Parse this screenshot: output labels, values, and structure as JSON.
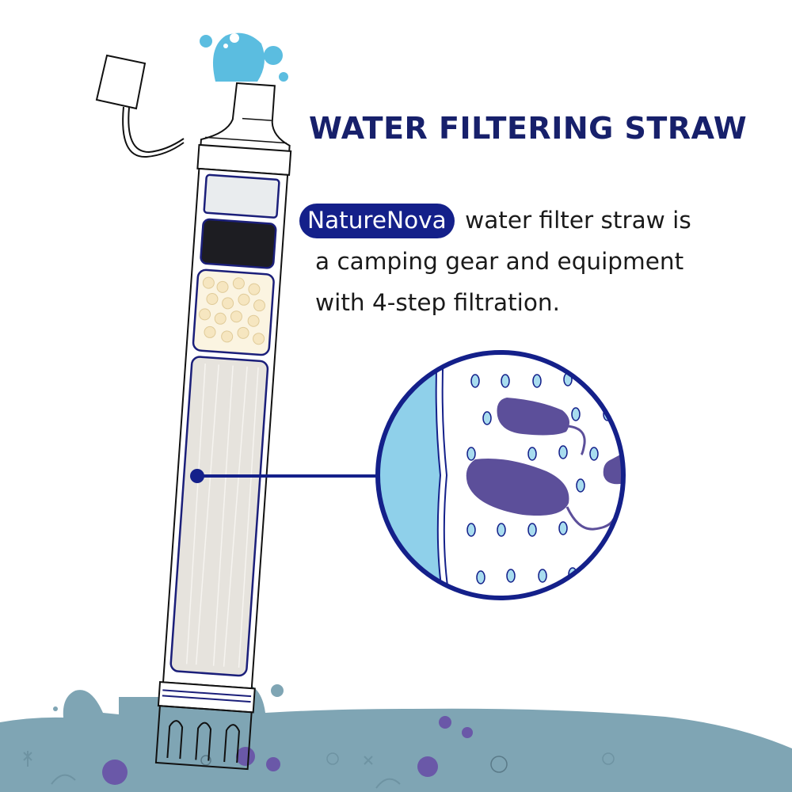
{
  "header": {
    "title": "WATER FILTERING STRAW"
  },
  "description": {
    "brand": "NatureNova",
    "line1_rest": "water filter straw is",
    "line2": "a camping gear and equipment",
    "line3": "with 4-step filtration."
  },
  "illustration": {
    "product": "filter-straw",
    "filter_stages": [
      "mesh-prefilter",
      "activated-carbon",
      "resin-beads",
      "hollow-fiber-membrane"
    ],
    "callout": "magnified-hollow-fiber-membrane-blocking-bacteria"
  },
  "colors": {
    "navy": "#17206b",
    "brand_pill": "#14208a",
    "water_blue": "#5bbde0",
    "membrane_blue": "#8fd0ea",
    "bacteria_purple": "#5c4f9a",
    "ground_water": "#7fa5b4"
  }
}
